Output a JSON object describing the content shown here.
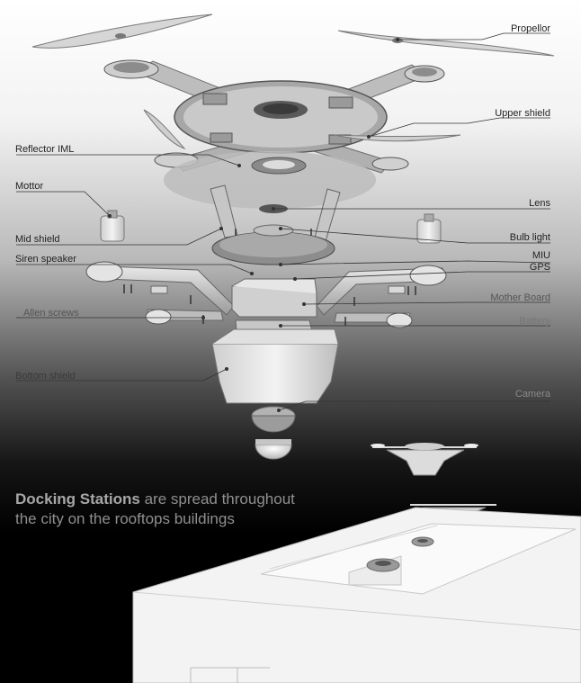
{
  "labels": {
    "propellor": "Propellor",
    "upper_shield": "Upper shield",
    "reflector_iml": "Reflector IML",
    "mottor": "Mottor",
    "lens": "Lens",
    "mid_shield": "Mid shield",
    "bulb_light": "Bulb light",
    "siren_speaker": "Siren speaker",
    "miu": "MIU",
    "gps": "GPS",
    "mother_board": "Mother Board",
    "allen_screws": "Allen screws",
    "battery": "Battery",
    "bottom_shield": "Bottom shield",
    "camera": "Camera"
  },
  "caption": {
    "emphasis": "Docking Stations",
    "line1_rest": " are spread throughout",
    "line2": "the city on the rooftops  buildings"
  },
  "colors": {
    "label_dark": "#222222",
    "label_light": "#8a8a8a",
    "leader_line": "#333333",
    "caption_text": "#8f8f8f"
  }
}
